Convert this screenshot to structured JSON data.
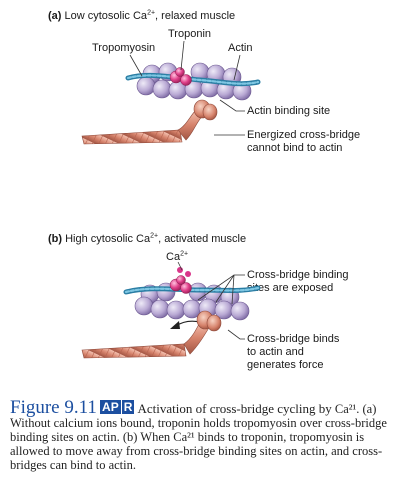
{
  "panel_a": {
    "letter": "(a)",
    "title": "Low cytosolic Ca",
    "title_sup": "2+",
    "title_rest": ", relaxed muscle",
    "label_troponin": "Troponin",
    "label_tropomyosin": "Tropomyosin",
    "label_actin": "Actin",
    "label_binding_site": "Actin binding site",
    "label_crossbridge_1": "Energized cross-bridge",
    "label_crossbridge_2": "cannot bind to actin"
  },
  "panel_b": {
    "letter": "(b)",
    "title": "High cytosolic Ca",
    "title_sup": "2+",
    "title_rest": ", activated muscle",
    "label_ca": "Ca",
    "label_ca_sup": "2+",
    "label_sites_1": "Cross-bridge binding",
    "label_sites_2": "sites are exposed",
    "label_binds_1": "Cross-bridge binds",
    "label_binds_2": "to actin and",
    "label_binds_3": "generates force"
  },
  "caption": {
    "figure_number": "Figure 9.11",
    "badge_ap": "AP",
    "badge_r": "R",
    "title": "Activation of cross-bridge cycling by",
    "body": "Ca²¹. (a) Without calcium ions bound, troponin holds tropomyosin over cross-bridge binding sites on actin. (b) When Ca²¹ binds to troponin, tropomyosin is allowed to move away from cross-bridge binding sites on actin, and cross-bridges can bind to actin."
  },
  "colors": {
    "actin": "#b9a9d4",
    "tropomyosin": "#4aa3c8",
    "troponin": "#e0408a",
    "crossbridge": "#d6836c",
    "figure_title": "#1c4fa0"
  }
}
